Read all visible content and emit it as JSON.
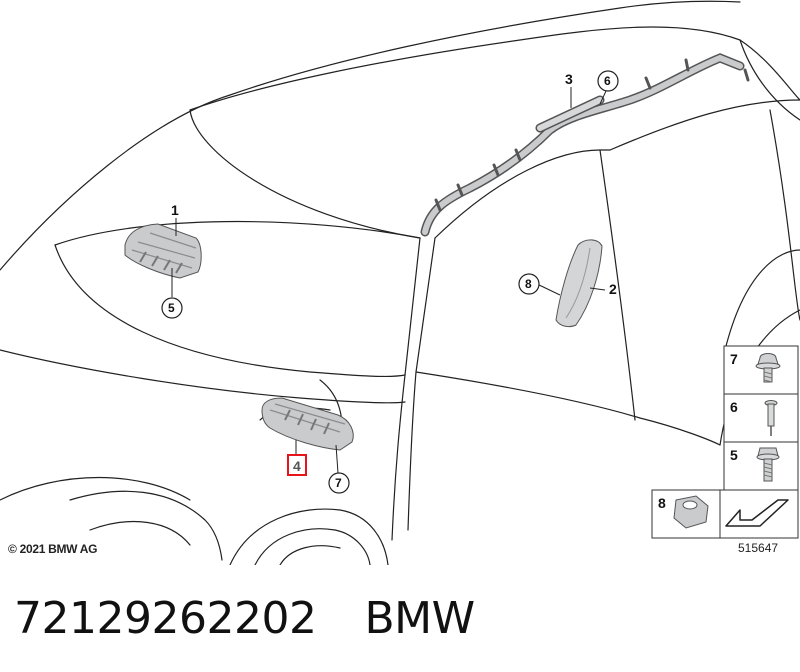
{
  "diagram": {
    "copyright": "© 2021 BMW AG",
    "reference_number": "515647",
    "callouts": {
      "c1": "1",
      "c2": "2",
      "c3": "3",
      "c4": "4",
      "c5": "5",
      "c6": "6",
      "c7": "7",
      "c8": "8"
    },
    "legend": {
      "item7": "7",
      "item6": "6",
      "item5": "5",
      "item8": "8"
    },
    "highlight_color": "#e8141c"
  },
  "footer": {
    "part_number": "72129262202",
    "brand": "BMW"
  }
}
